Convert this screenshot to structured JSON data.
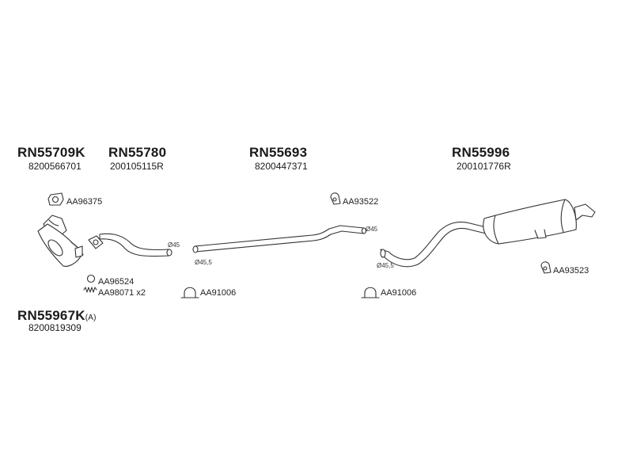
{
  "parts": {
    "catalyst": {
      "part_no": "RN55709K",
      "oe_no": "8200566701"
    },
    "front_pipe": {
      "part_no": "RN55780",
      "oe_no": "200105115R"
    },
    "middle_pipe": {
      "part_no": "RN55693",
      "oe_no": "8200447371"
    },
    "rear_silencer": {
      "part_no": "RN55996",
      "oe_no": "200101776R"
    },
    "mounting_kit": {
      "part_no": "RN55967K",
      "suffix": "(A)",
      "oe_no": "8200819309"
    }
  },
  "accessories": {
    "gasket_top": "AA96375",
    "ring_gasket": "AA96524",
    "spring": "AA98071 x2",
    "clamp_left": "AA91006",
    "clamp_right": "AA91006",
    "hanger_top": "AA93522",
    "hanger_right": "AA93523"
  },
  "diameters": {
    "front_pipe_end": "Ø45",
    "middle_pipe_start": "Ø45,5",
    "middle_pipe_end": "Ø45",
    "rear_pipe_start": "Ø45,5"
  }
}
